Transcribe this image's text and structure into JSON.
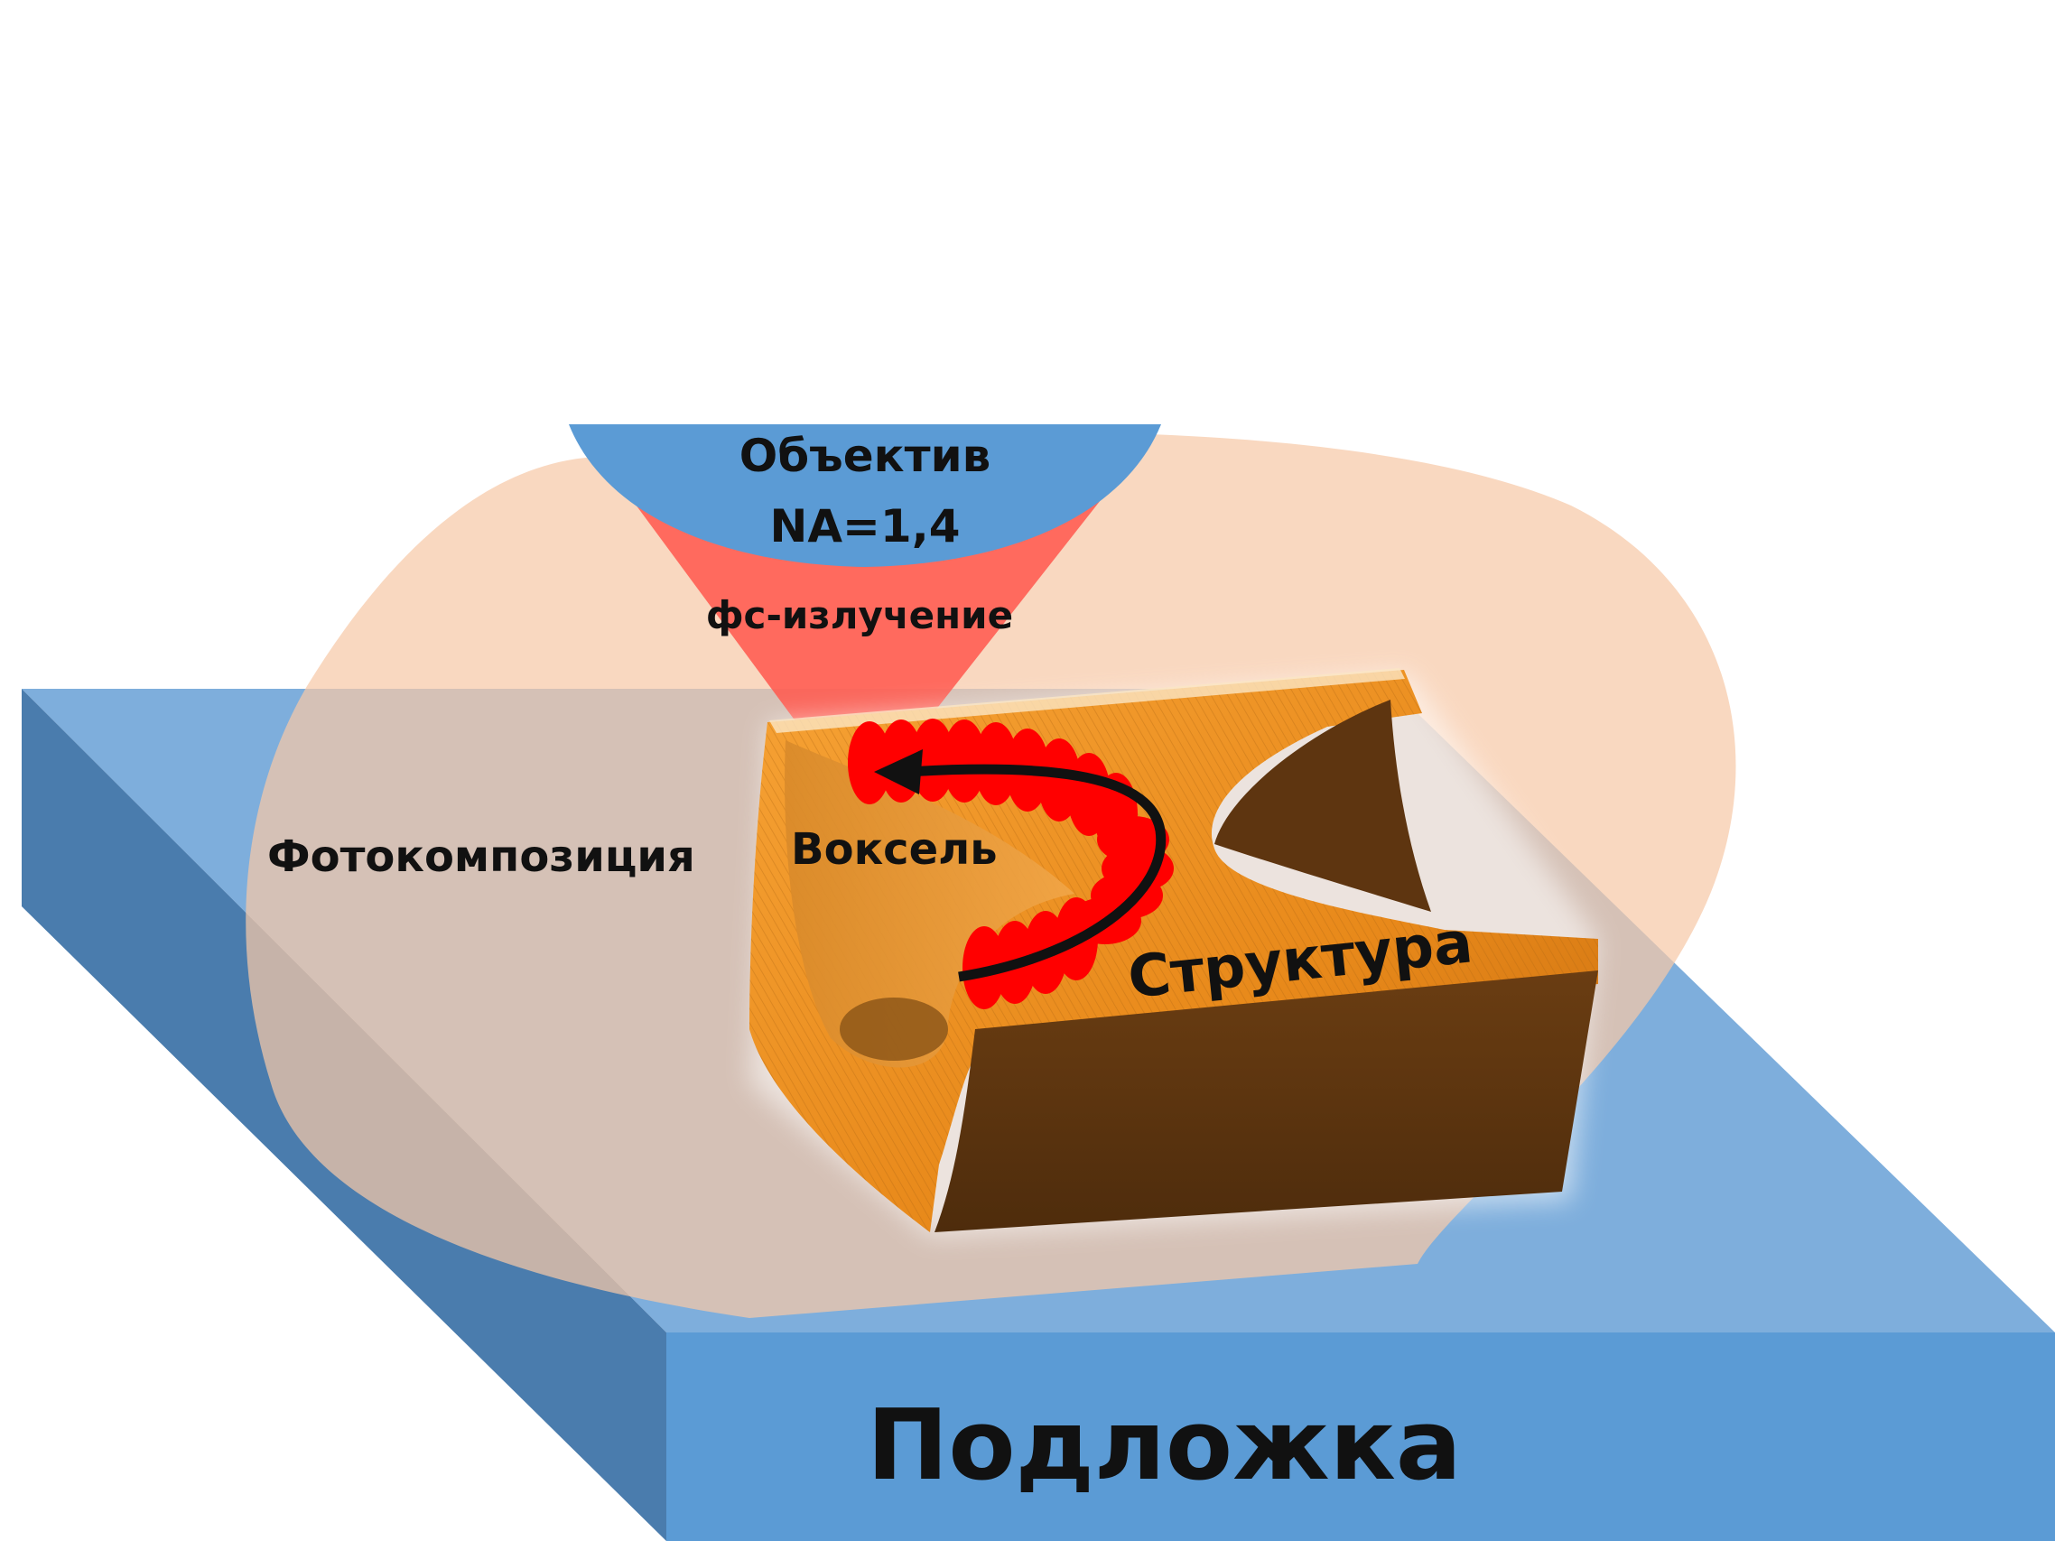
{
  "labels": {
    "objective_line1": "Объектив",
    "objective_line2": "NA=1,4",
    "radiation": "фс-излучение",
    "photocomposition": "Фотокомпозиция",
    "voxel": "Воксель",
    "structure": "Структура",
    "substrate": "Подложка"
  },
  "colors": {
    "substrate_top": "#7eaedc",
    "substrate_front": "#5b9bd5",
    "substrate_side": "#4a7cad",
    "drop": "#f8d8c3",
    "objective": "#5b9bd5",
    "beam": "#ff5a50",
    "structure_light": "#f3931d",
    "structure_dark": "#5c3410",
    "voxel": "#ff0000",
    "arrow": "#111111"
  }
}
